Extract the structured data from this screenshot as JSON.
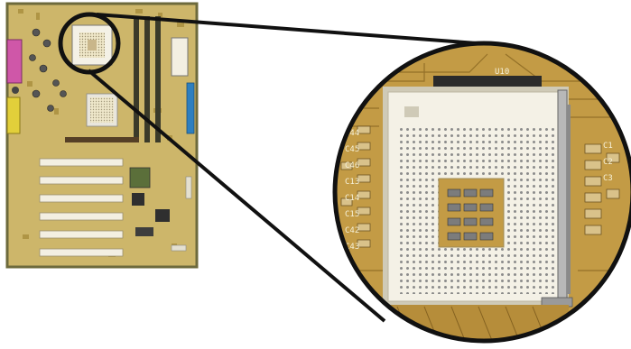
{
  "figure": {
    "callout": "zoomed-in view of motherboard cpu socket area",
    "colors": {
      "pcb": "#cdb66a",
      "pcb_dark": "#a88d3c",
      "pcb_edge": "#6d6a3c",
      "socket": "#f4f1e6",
      "socket_shadow": "#cfcab7",
      "pin": "#8c8c8c",
      "trace": "#b5872a",
      "magenta_port": "#cf57a8",
      "yellow_port": "#e2cf3a",
      "blue_slot": "#2d7fc0",
      "outline": "#111111"
    }
  },
  "silkscreen": {
    "u10": "U10",
    "c44": "C44",
    "c45": "C45",
    "c46": "C46",
    "c13": "C13",
    "c14": "C14",
    "c15": "C15",
    "c42": "C42",
    "c43": "C43",
    "c1": "C1",
    "c2": "C2",
    "c3": "C3"
  }
}
